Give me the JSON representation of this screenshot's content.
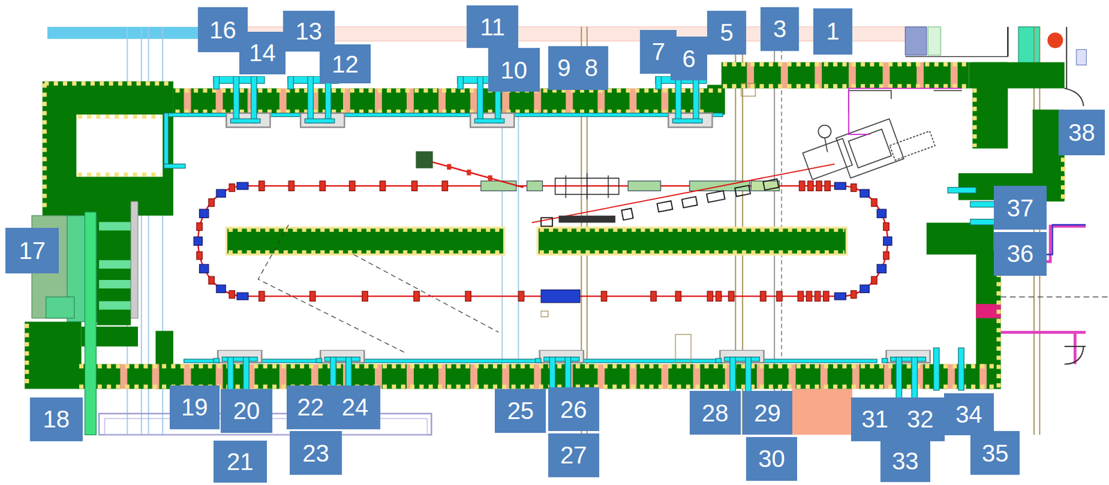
{
  "diagram": {
    "labels": [
      "16",
      "14",
      "13",
      "12",
      "11",
      "10",
      "9",
      "8",
      "7",
      "6",
      "5",
      "3",
      "1",
      "38",
      "37",
      "17",
      "36",
      "19",
      "20",
      "22",
      "24",
      "25",
      "26",
      "28",
      "29",
      "31",
      "32",
      "34",
      "18",
      "21",
      "23",
      "27",
      "30",
      "33",
      "35"
    ]
  }
}
